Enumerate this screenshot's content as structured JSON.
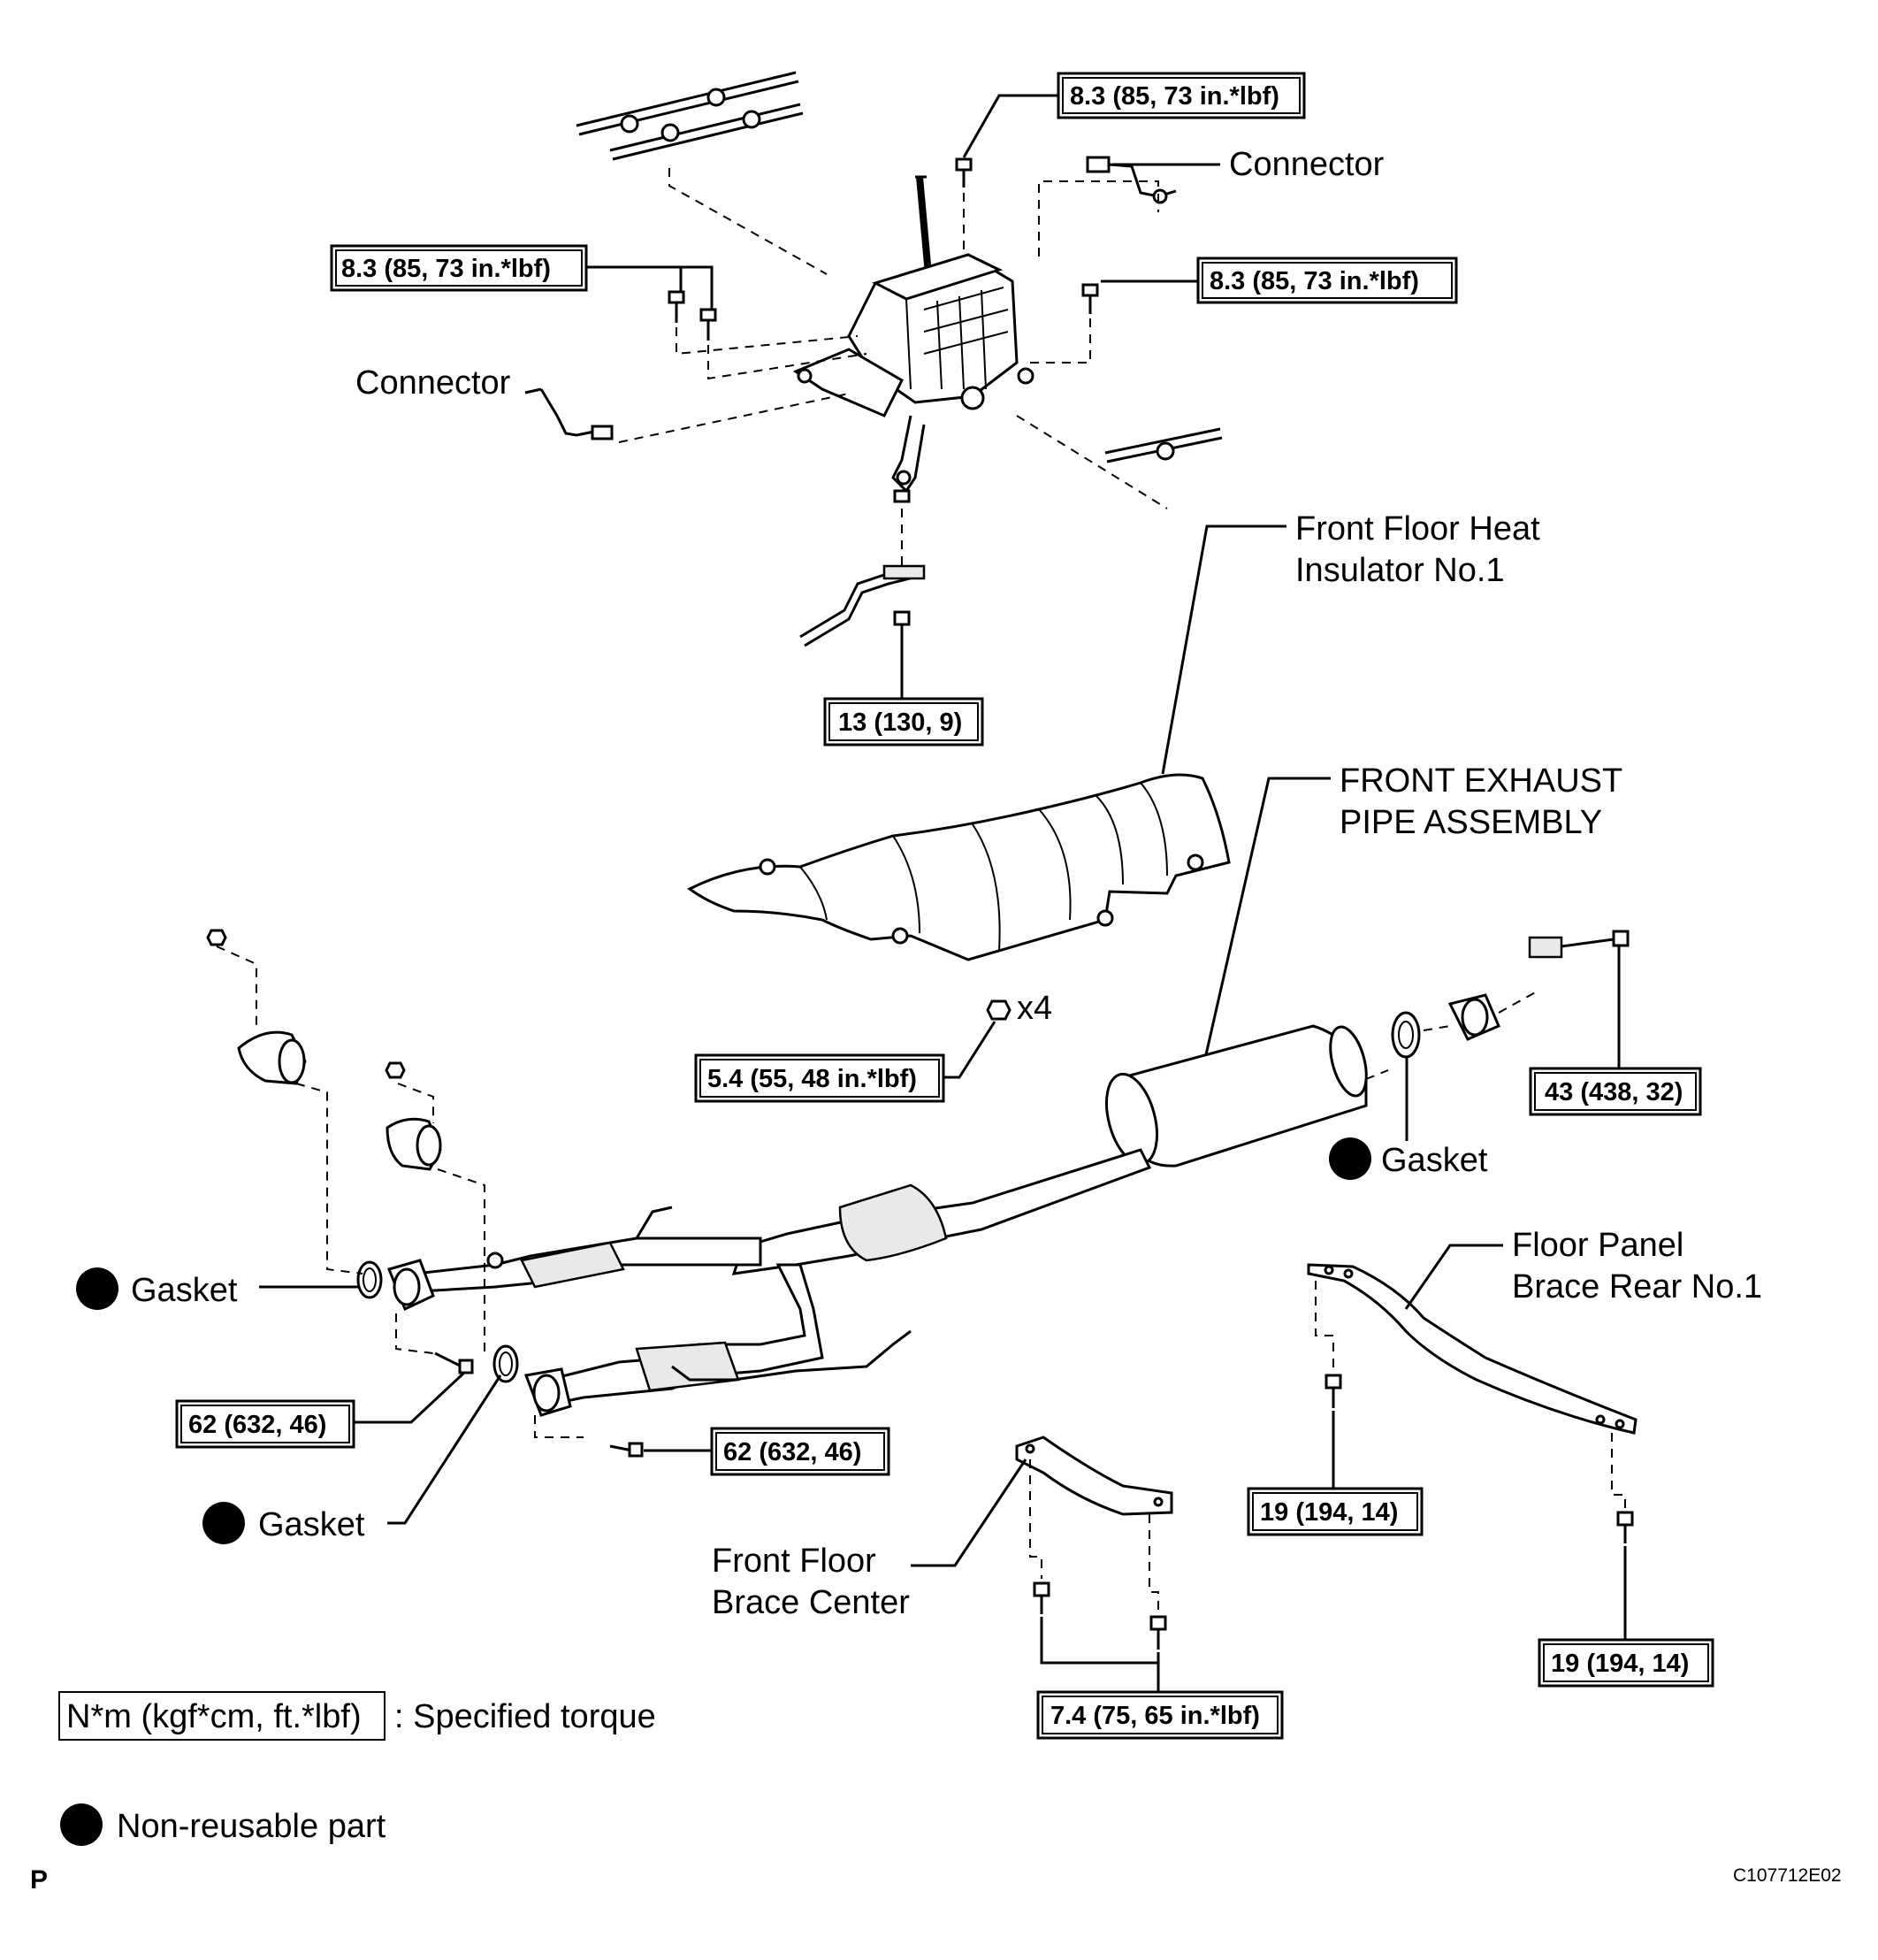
{
  "labels": {
    "connector_top": "Connector",
    "connector_left": "Connector",
    "heat_insulator": [
      "Front Floor Heat",
      "Insulator No.1"
    ],
    "front_exhaust": [
      "FRONT EXHAUST",
      "PIPE ASSEMBLY"
    ],
    "floor_panel_brace": [
      "Floor Panel",
      "Brace Rear No.1"
    ],
    "front_floor_brace": [
      "Front Floor",
      "Brace Center"
    ],
    "gasket_left": "Gasket",
    "gasket_lower": "Gasket",
    "gasket_right": "Gasket",
    "x4": "x4"
  },
  "torques": {
    "t_top_right1": "8.3 (85, 73 in.*lbf)",
    "t_top_left": "8.3 (85, 73 in.*lbf)",
    "t_top_right2": "8.3 (85, 73 in.*lbf)",
    "t_13": "13 (130, 9)",
    "t_54": "5.4 (55, 48 in.*lbf)",
    "t_43": "43 (438, 32)",
    "t_62a": "62 (632, 46)",
    "t_62b": "62 (632, 46)",
    "t_19a": "19 (194, 14)",
    "t_19b": "19 (194, 14)",
    "t_74": "7.4 (75, 65 in.*lbf)"
  },
  "legend": {
    "torque_units": "N*m (kgf*cm, ft.*lbf)",
    "torque_desc": ": Specified torque",
    "nonreusable": "Non-reusable part"
  },
  "footer": {
    "p_mark": "P",
    "code": "C107712E02"
  }
}
